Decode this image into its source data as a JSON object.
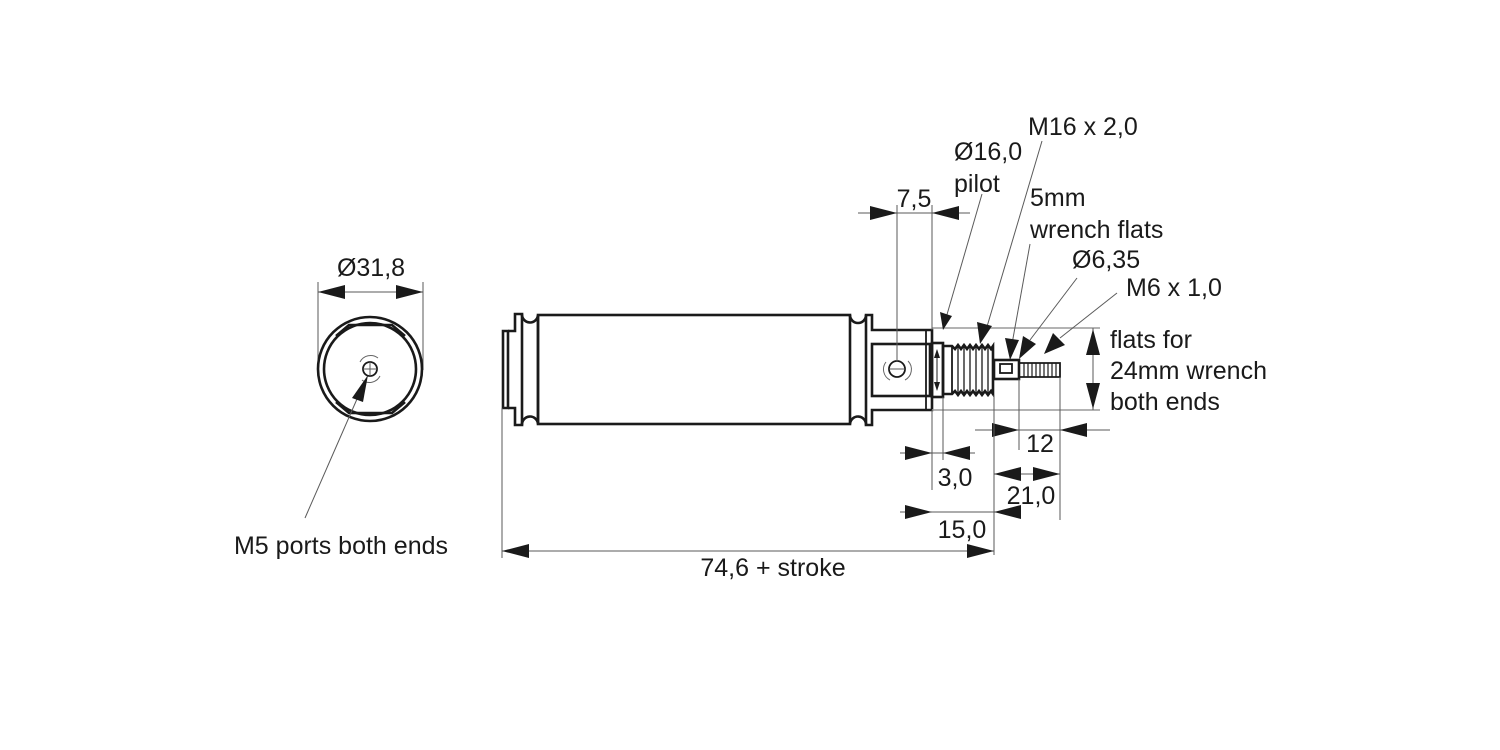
{
  "end_view": {
    "diameter_label": "Ø31,8",
    "port_callout": "M5 ports both ends"
  },
  "side_view": {
    "overall_length_label": "74,6 + stroke",
    "mount_width_label": "7,5",
    "pilot_label_line1": "Ø16,0",
    "pilot_label_line2": "pilot",
    "thread_label": "M16 x 2,0",
    "wrench_flats_line1": "5mm",
    "wrench_flats_line2": "wrench flats",
    "rod_diameter_label": "Ø6,35",
    "rod_thread_label": "M6 x 1,0",
    "flats_note_line1": "flats for",
    "flats_note_line2": "24mm wrench",
    "flats_note_line3": "both ends",
    "pilot_length_label": "3,0",
    "thread_length_label": "15,0",
    "rod_extension_label": "21,0",
    "rod_thread_length_label": "12"
  },
  "colors": {
    "line": "#1a1a1a",
    "dimension": "#5a5a5a"
  }
}
